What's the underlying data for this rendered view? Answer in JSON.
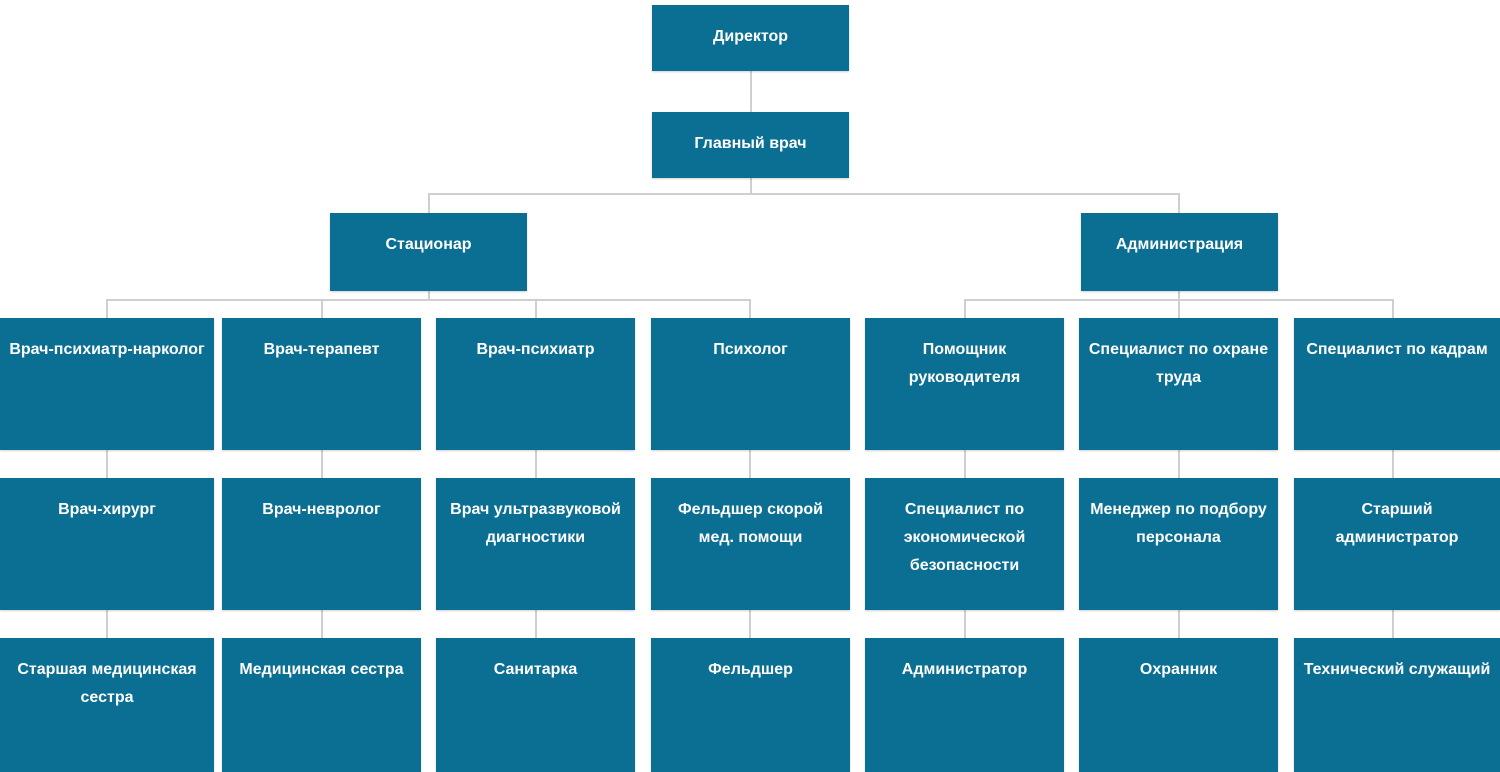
{
  "diagram": {
    "type": "organizational-chart",
    "title": "",
    "colors": {
      "node_fill": "#0a6f93",
      "node_text": "#ffffff",
      "connector": "#cfcfcf",
      "background": "#ffffff"
    },
    "levels": [
      {
        "level": 0,
        "nodes": [
          {
            "id": "director",
            "label": "Директор"
          }
        ]
      },
      {
        "level": 1,
        "nodes": [
          {
            "id": "chief-doctor",
            "label": "Главный врач"
          }
        ]
      },
      {
        "level": 2,
        "nodes": [
          {
            "id": "inpatient",
            "label": "Стационар"
          },
          {
            "id": "administration",
            "label": "Администрация"
          }
        ]
      },
      {
        "level": 3,
        "nodes": [
          {
            "id": "psychiatrist-narcologist",
            "label": "Врач-психиатр-нарколог"
          },
          {
            "id": "therapist",
            "label": "Врач-терапевт"
          },
          {
            "id": "psychiatrist",
            "label": "Врач-психиатр"
          },
          {
            "id": "psychologist",
            "label": "Психолог"
          },
          {
            "id": "assistant-manager",
            "label": "Помощник руководителя"
          },
          {
            "id": "labor-safety-specialist",
            "label": "Специалист по охране труда"
          },
          {
            "id": "hr-specialist",
            "label": "Специалист по кадрам"
          }
        ]
      },
      {
        "level": 4,
        "nodes": [
          {
            "id": "surgeon",
            "label": "Врач-хирург"
          },
          {
            "id": "neurologist",
            "label": "Врач-невролог"
          },
          {
            "id": "ultrasound-doctor",
            "label": "Врач ультразвуковой диагностики"
          },
          {
            "id": "paramedic-emergency",
            "label": "Фельдшер скорой мед. помощи"
          },
          {
            "id": "economic-security-specialist",
            "label": "Специалист по экономической безопасности"
          },
          {
            "id": "recruitment-manager",
            "label": "Менеджер по подбору персонала"
          },
          {
            "id": "senior-administrator",
            "label": "Старший администратор"
          }
        ]
      },
      {
        "level": 5,
        "nodes": [
          {
            "id": "senior-nurse",
            "label": "Старшая медицинская сестра"
          },
          {
            "id": "nurse",
            "label": "Медицинская сестра"
          },
          {
            "id": "orderly",
            "label": "Санитарка"
          },
          {
            "id": "paramedic",
            "label": "Фельдшер"
          },
          {
            "id": "administrator",
            "label": "Администратор"
          },
          {
            "id": "security-guard",
            "label": "Охранник"
          },
          {
            "id": "technical-staff",
            "label": "Технический служащий"
          }
        ]
      }
    ]
  }
}
